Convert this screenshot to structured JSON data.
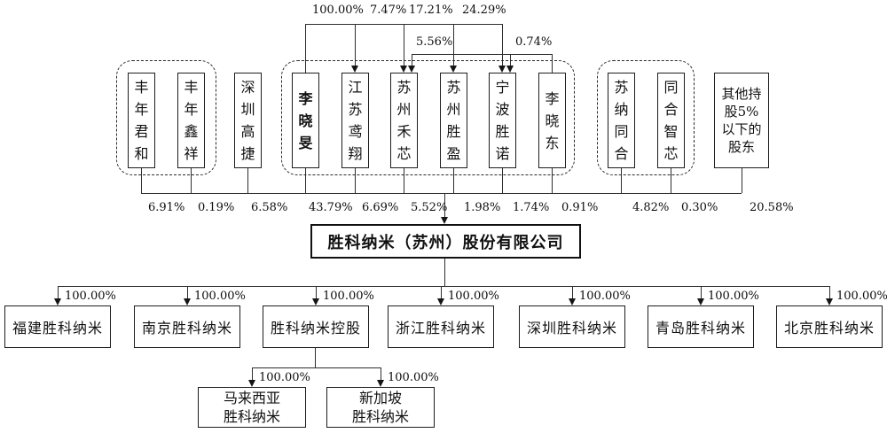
{
  "company": {
    "name": "胜科纳米（苏州）股份有限公司"
  },
  "shareholders": [
    {
      "name": "丰年君和",
      "pct": "6.91%"
    },
    {
      "name": "丰年鑫祥",
      "pct": "0.19%"
    },
    {
      "name": "深圳高捷",
      "pct": "6.58%"
    },
    {
      "name": "李晓旻",
      "pct": "43.79%"
    },
    {
      "name": "江苏鸢翔",
      "pct": "6.69%"
    },
    {
      "name": "苏州禾芯",
      "pct": "5.52%"
    },
    {
      "name": "苏州胜盈",
      "pct": "1.98%"
    },
    {
      "name": "宁波胜诺",
      "pct": "1.74%"
    },
    {
      "name": "李晓东",
      "pct": "0.91%"
    },
    {
      "name": "苏纳同合",
      "pct": "4.82%"
    },
    {
      "name": "同合智芯",
      "pct": "0.30%"
    },
    {
      "name": "其他持股5%以下的股东",
      "pct": "20.58%"
    }
  ],
  "upper_links": [
    {
      "owner": "李晓旻",
      "target": "江苏鸢翔",
      "pct": "100.00%"
    },
    {
      "owner": "李晓旻",
      "target": "苏州禾芯",
      "pct": "7.47%"
    },
    {
      "owner": "李晓旻",
      "target": "苏州胜盈",
      "pct": "17.21%"
    },
    {
      "owner": "李晓旻",
      "target": "宁波胜诺",
      "pct": "24.29%"
    },
    {
      "owner": "李晓东",
      "target": "苏州禾芯",
      "pct": "5.56%"
    },
    {
      "owner": "李晓东",
      "target": "宁波胜诺",
      "pct": "0.74%"
    }
  ],
  "subsidiaries": [
    {
      "name": "福建胜科纳米",
      "pct": "100.00%"
    },
    {
      "name": "南京胜科纳米",
      "pct": "100.00%"
    },
    {
      "name": "胜科纳米控股",
      "pct": "100.00%"
    },
    {
      "name": "浙江胜科纳米",
      "pct": "100.00%"
    },
    {
      "name": "深圳胜科纳米",
      "pct": "100.00%"
    },
    {
      "name": "青岛胜科纳米",
      "pct": "100.00%"
    },
    {
      "name": "北京胜科纳米",
      "pct": "100.00%"
    }
  ],
  "holding_children": [
    {
      "name": "马来西亚\n胜科纳米",
      "pct": "100.00%"
    },
    {
      "name": "新加坡\n胜科纳米",
      "pct": "100.00%"
    }
  ]
}
